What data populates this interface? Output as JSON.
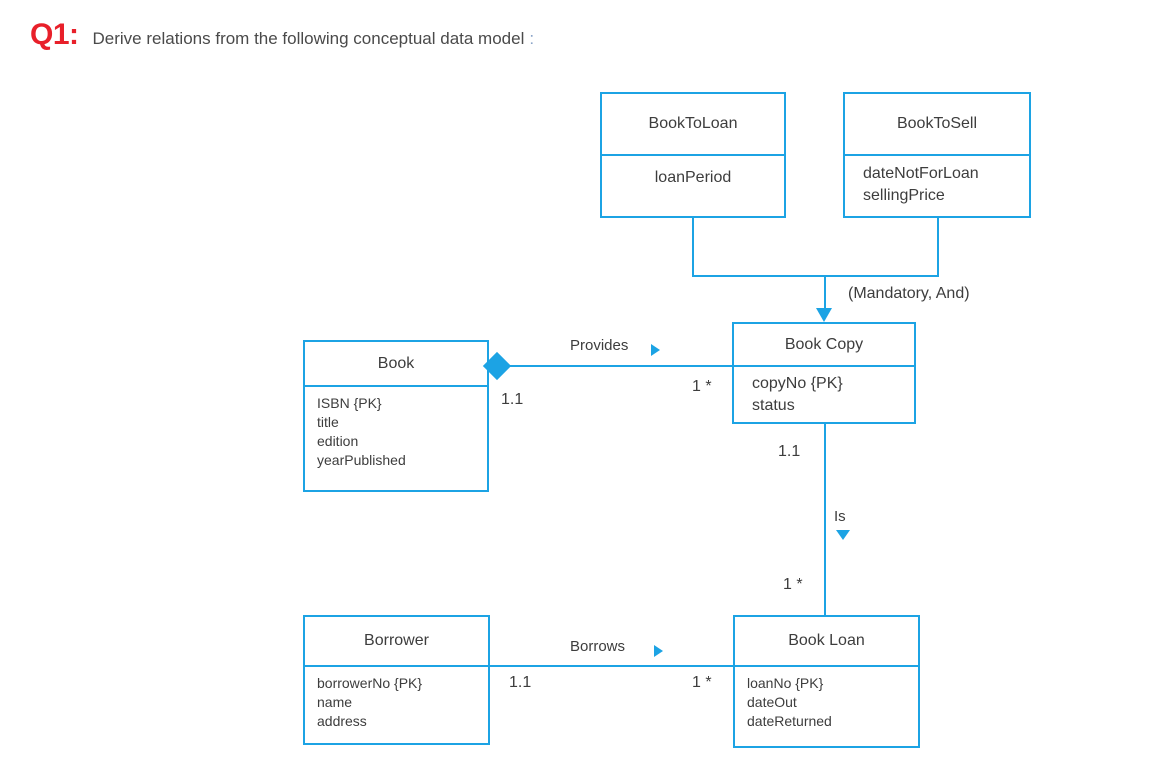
{
  "header": {
    "question_label": "Q1:",
    "question_text": "Derive relations from the following conceptual data model",
    "trailing_colon": ":"
  },
  "theme": {
    "line_color": "#1CA3E4",
    "text_color": "#3d3d3d",
    "accent_red": "#e8202a",
    "background": "#ffffff"
  },
  "diagram": {
    "type": "uml-class-diagram",
    "classes": [
      {
        "id": "book-to-loan",
        "name": "BookToLoan",
        "attributes": [
          "loanPeriod"
        ]
      },
      {
        "id": "book-to-sell",
        "name": "BookToSell",
        "attributes": [
          "dateNotForLoan",
          "sellingPrice"
        ]
      },
      {
        "id": "book-copy",
        "name": "Book Copy",
        "attributes": [
          "copyNo {PK}",
          "status"
        ]
      },
      {
        "id": "book",
        "name": "Book",
        "attributes": [
          "ISBN {PK}",
          "title",
          "edition",
          "yearPublished"
        ]
      },
      {
        "id": "borrower",
        "name": "Borrower",
        "attributes": [
          "borrowerNo {PK}",
          "name",
          "address"
        ]
      },
      {
        "id": "book-loan",
        "name": "Book Loan",
        "attributes": [
          "loanNo {PK}",
          "dateOut",
          "dateReturned"
        ]
      }
    ],
    "associations": [
      {
        "id": "provides",
        "label": "Provides",
        "direction_marker": "triangle-right",
        "source": "Book",
        "target": "Book Copy",
        "source_multiplicity": "1.1",
        "target_multiplicity": "1 *",
        "source_end": "filled-diamond"
      },
      {
        "id": "is",
        "label": "Is",
        "direction_marker": "triangle-down",
        "source": "Book Copy",
        "target": "Book Loan",
        "source_multiplicity": "1.1",
        "target_multiplicity": "1 *"
      },
      {
        "id": "borrows",
        "label": "Borrows",
        "direction_marker": "triangle-right",
        "source": "Borrower",
        "target": "Book Loan",
        "source_multiplicity": "1.1",
        "target_multiplicity": "1 *"
      }
    ],
    "generalization": {
      "id": "book-copy-generalization",
      "superclass": "Book Copy",
      "subclasses": [
        "BookToLoan",
        "BookToSell"
      ],
      "constraint_label": "(Mandatory, And)"
    }
  }
}
